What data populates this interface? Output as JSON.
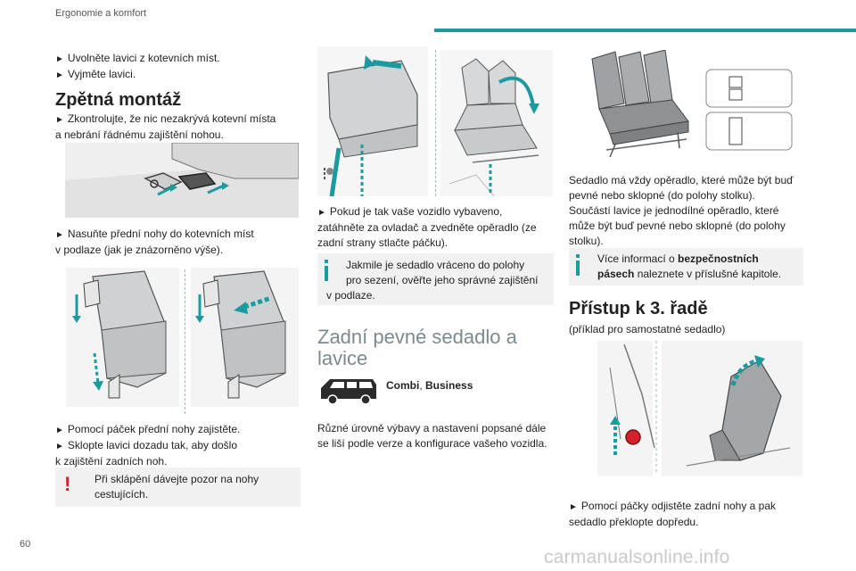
{
  "header": {
    "section_title": "Ergonomie a komfort",
    "page_number": "60",
    "accent_color": "#1b9aa0"
  },
  "watermark": "carmanualsonline.info",
  "col1": {
    "bullets_top": [
      "Uvolněte lavici z kotevních míst.",
      "Vyjměte lavici."
    ],
    "heading": "Zpětná montáž",
    "check_line1": "Zkontrolujte, že nic nezakrývá kotevní místa",
    "check_line2": "a nebrání řádnému zajištění nohou.",
    "slide_line1": "Nasuňte přední nohy do kotevních míst",
    "slide_line2": "v podlaze (jak je znázorněno výše).",
    "lock_bullet": "Pomocí páček přední nohy zajistěte.",
    "fold_line1": "Sklopte lavici dozadu tak, aby došlo",
    "fold_line2": "k zajištění zadních noh.",
    "warning_line1": "Při sklápění dávejte pozor na nohy",
    "warning_line2": "cestujících."
  },
  "col2": {
    "lever_line1": "Pokud je tak vaše vozidlo vybaveno,",
    "lever_line2": "zatáhněte za ovladač a zvedněte opěradlo (ze",
    "lever_line3": "zadní strany stlačte páčku).",
    "info_line1": "Jakmile je sedadlo vráceno do polohy",
    "info_line2": "pro sezení, ověřte jeho správné zajištění",
    "info_line3": "v podlaze.",
    "heading_line1": "Zadní pevné sedadlo a",
    "heading_line2": "lavice",
    "versions_a": "Combi",
    "versions_sep": ", ",
    "versions_b": "Business",
    "note_line1": "Různé úrovně výbavy a nastavení popsané dále",
    "note_line2": "se liší podle verze a konfigurace vašeho vozidla."
  },
  "col3": {
    "seat_line1": "Sedadlo má vždy opěradlo, které může být buď",
    "seat_line2": "pevné nebo sklopné (do polohy stolku).",
    "seat_line3": "Součástí lavice je jednodílné opěradlo, které",
    "seat_line4": "může být buď pevné nebo sklopné (do polohy",
    "seat_line5": "stolku).",
    "info_prefix": "Více informací o ",
    "info_bold1": "bezpečnostních",
    "info_bold2": "pásech",
    "info_suffix": " naleznete v příslušné kapitole.",
    "heading": "Přístup k 3. řadě",
    "example": "(příklad pro samostatné sedadlo)",
    "release_line1": "Pomocí páčky odjistěte zadní nohy a pak",
    "release_line2": "sedadlo překlopte dopředu."
  },
  "icons": {
    "bullet": "triangle-right-icon",
    "warning": "exclamation-icon",
    "info": "info-icon",
    "van": "van-icon"
  }
}
